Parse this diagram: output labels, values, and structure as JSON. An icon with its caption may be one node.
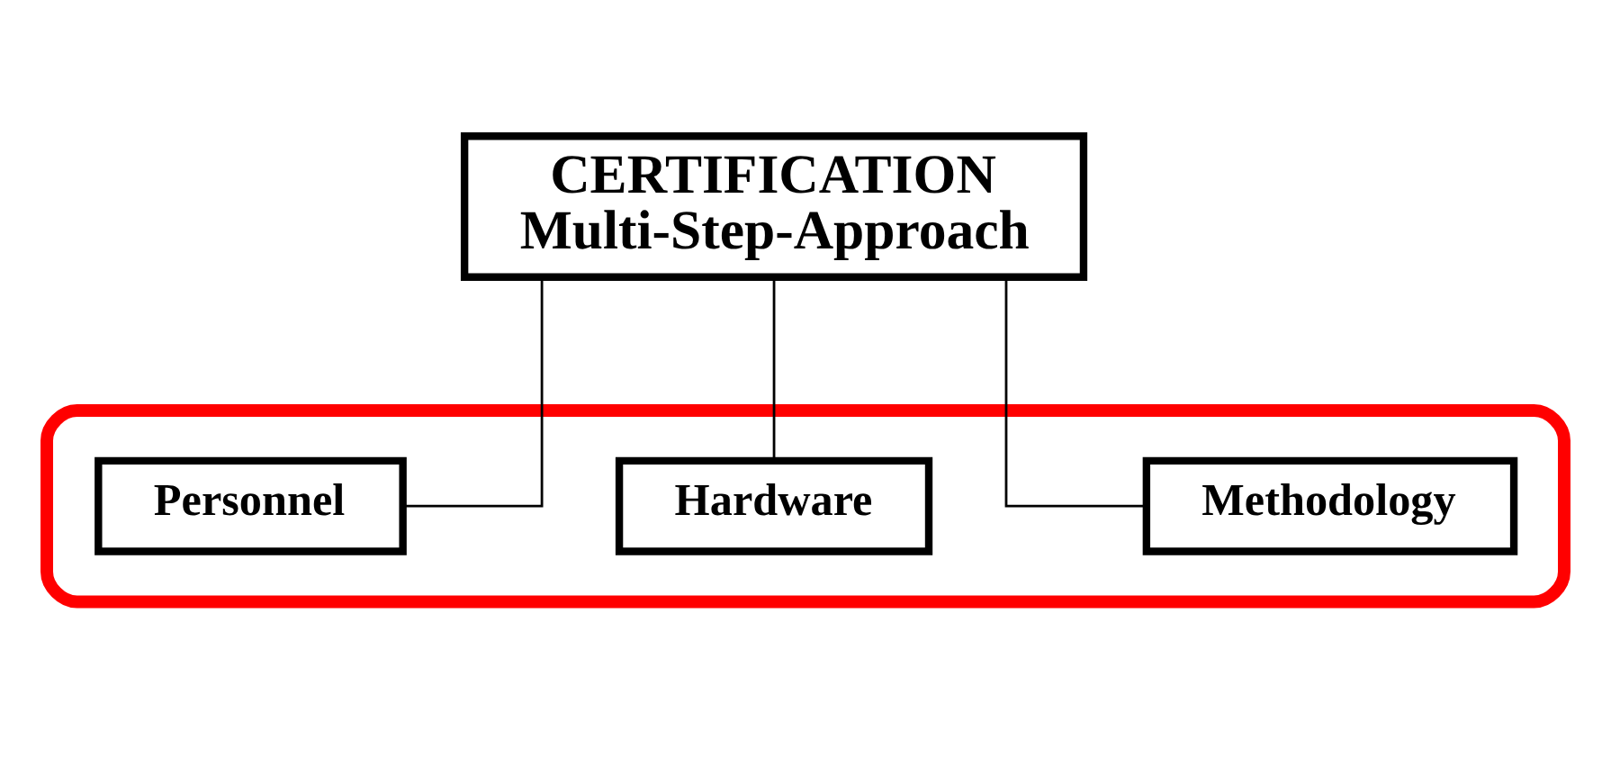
{
  "diagram": {
    "nodes": [
      {
        "text": [
          "CERTIFICATION",
          "Multi-Step-Approach"
        ]
      },
      {
        "text": [],
        "shape": "ellipse"
      },
      {
        "text": [
          "Personnel"
        ],
        "in": 1
      },
      {
        "text": [
          "Hardware"
        ],
        "in": 1
      },
      {
        "text": [
          "Methodology"
        ],
        "in": 1
      }
    ],
    "edges": [
      {
        "from": 0,
        "to": 2,
        "arrow": "none"
      },
      {
        "from": 0,
        "to": 3,
        "arrow": "none"
      },
      {
        "from": 0,
        "to": 4,
        "arrow": "none"
      }
    ]
  }
}
